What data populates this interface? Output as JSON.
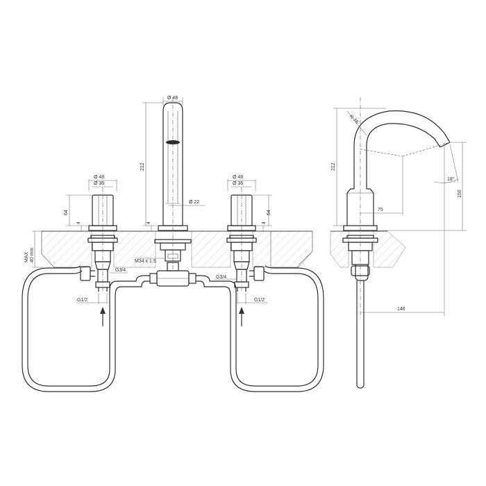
{
  "dimensions": {
    "spout_diameter": "Ø 48",
    "spout_height": "212",
    "spout_tube_diameter": "Ø 22",
    "spout_base_4": "4",
    "left_handle_d48": "Ø 48",
    "left_handle_d36": "Ø 36",
    "left_height_64": "64",
    "left_base_4": "4",
    "right_handle_d48": "Ø 48",
    "right_handle_d36": "Ø 36",
    "right_height_64": "64",
    "right_base_4": "4",
    "max_thickness": "MAX\n40 mm",
    "thread_m34": "M34 x 1.5",
    "left_g34": "G3/4",
    "right_g34": "G3/4",
    "left_g12": "G1/2",
    "right_g12": "G1/2",
    "side_radius": "R 76",
    "side_height_212": "212",
    "side_angle": "18°",
    "side_height_150": "150",
    "side_reach_75": "75",
    "side_reach_146": "146"
  },
  "colors": {
    "line": "#2b2b2b",
    "dimension_line": "#6b6b6b",
    "hatch": "#9a9a9a",
    "background": "#ffffff"
  }
}
